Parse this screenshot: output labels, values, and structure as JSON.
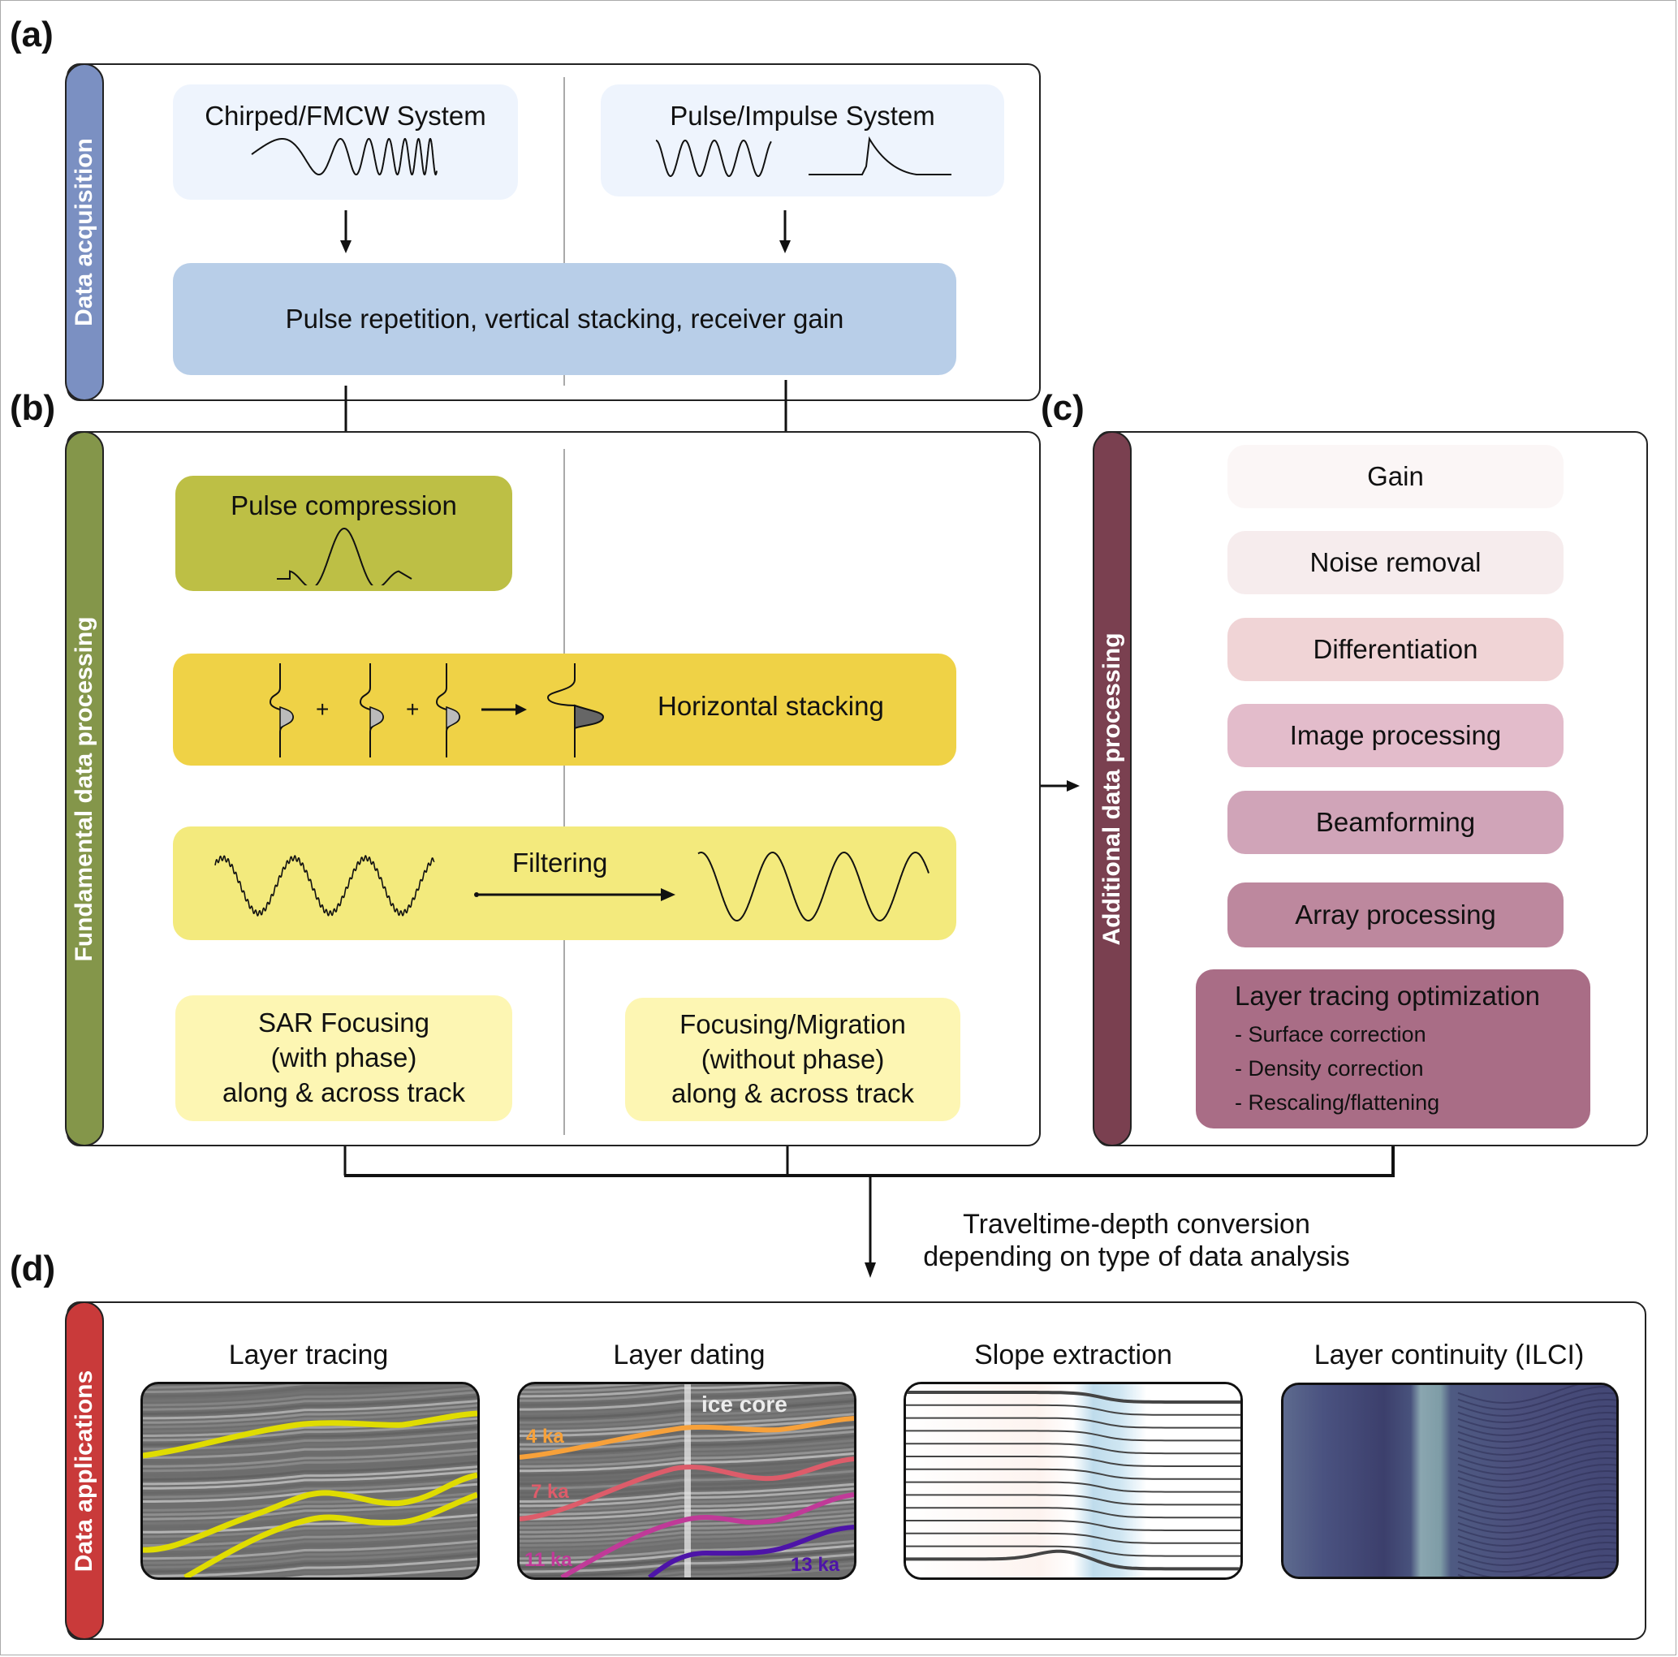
{
  "panels": {
    "a": {
      "letter": "(a)",
      "sidebar_label": "Data acquisition",
      "sidebar_color": "#7b90c2",
      "chirped_box": {
        "title": "Chirped/FMCW System",
        "color": "#eef4fd",
        "waveform_icon": "chirp-waveform"
      },
      "pulse_box": {
        "title": "Pulse/Impulse System",
        "color": "#eef4fd",
        "waveform_icons": [
          "sine-burst-waveform",
          "impulse-waveform"
        ]
      },
      "common_box": {
        "label": "Pulse repetition, vertical stacking, receiver gain",
        "color": "#b8cee8"
      }
    },
    "b": {
      "letter": "(b)",
      "sidebar_label": "Fundamental data processing",
      "sidebar_color": "#84964a",
      "pulse_compression": {
        "label": "Pulse compression",
        "color": "#bdbf45",
        "icon": "sinc-pulse-waveform"
      },
      "horizontal_stacking": {
        "label": "Horizontal stacking",
        "color": "#efd246",
        "operators": [
          "+",
          "+"
        ],
        "icon": "stacked-traces"
      },
      "filtering": {
        "label": "Filtering",
        "color": "#f3ea7d",
        "icons": [
          "noisy-sine-waveform",
          "clean-sine-waveform"
        ]
      },
      "sar_focusing": {
        "lines": [
          "SAR Focusing",
          "(with phase)",
          "along & across track"
        ],
        "color": "#fdf6b3"
      },
      "focusing_migration": {
        "lines": [
          "Focusing/Migration",
          "(without phase)",
          "along & across track"
        ],
        "color": "#fdf6b3"
      }
    },
    "c": {
      "letter": "(c)",
      "sidebar_label": "Additional data processing",
      "sidebar_color": "#7a4050",
      "items": [
        {
          "label": "Gain",
          "color": "#fbf6f6"
        },
        {
          "label": "Noise removal",
          "color": "#f6eced"
        },
        {
          "label": "Differentiation",
          "color": "#f0d4d6"
        },
        {
          "label": "Image processing",
          "color": "#e3bccb"
        },
        {
          "label": "Beamforming",
          "color": "#d0a4b8"
        },
        {
          "label": "Array processing",
          "color": "#bd889e"
        }
      ],
      "layer_tracing_optimization": {
        "title": "Layer tracing optimization",
        "bullets": [
          "- Surface correction",
          "- Density correction",
          "- Rescaling/flattening"
        ],
        "color": "#a96d86"
      }
    },
    "conversion_note": [
      "Traveltime-depth conversion",
      "depending on type of data analysis"
    ],
    "d": {
      "letter": "(d)",
      "sidebar_label": "Data applications",
      "sidebar_color": "#c93a3a",
      "applications": [
        {
          "title": "Layer tracing",
          "image": "radargram-with-traced-layers",
          "layer_color": "#e0dc00"
        },
        {
          "title": "Layer dating",
          "image": "radargram-with-dated-layers",
          "core_label": "ice core",
          "ages": [
            {
              "label": "4 ka",
              "color": "#f7a13a"
            },
            {
              "label": "7 ka",
              "color": "#dd5c6a"
            },
            {
              "label": "11 ka",
              "color": "#c03a98"
            },
            {
              "label": "13 ka",
              "color": "#4d14a8"
            }
          ]
        },
        {
          "title": "Slope extraction",
          "image": "slope-field-layers"
        },
        {
          "title": "Layer continuity (ILCI)",
          "image": "ilci-continuity-map"
        }
      ]
    }
  }
}
